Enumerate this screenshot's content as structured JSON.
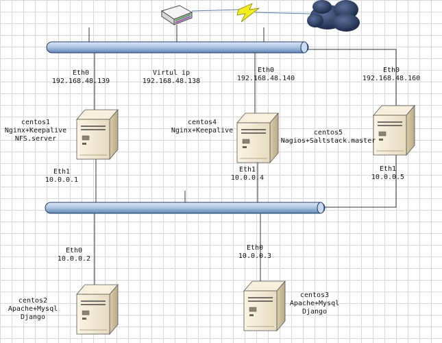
{
  "interfaces": {
    "centos1_eth0": {
      "name": "Eth0",
      "ip": "192.168.48.139"
    },
    "virtual_ip": {
      "name": "Virtul ip",
      "ip": "192.168.48.138"
    },
    "centos4_eth0": {
      "name": "Eth0",
      "ip": "192.168.48.140"
    },
    "centos5_eth0": {
      "name": "Eth0",
      "ip": "192.168.48.160"
    },
    "centos1_eth1": {
      "name": "Eth1",
      "ip": "10.0.0.1"
    },
    "centos4_eth1": {
      "name": "Eth1",
      "ip": "10.0.0.4"
    },
    "centos5_eth1": {
      "name": "Eth1",
      "ip": "10.0.0.5"
    },
    "centos2_eth0": {
      "name": "Eth0",
      "ip": "10.0.0.2"
    },
    "centos3_eth0": {
      "name": "Eth0",
      "ip": "10.0.0.3"
    }
  },
  "hosts": {
    "centos1": {
      "name": "centos1",
      "roles": [
        "Nginx+Keepalive",
        "NFS.server"
      ]
    },
    "centos4": {
      "name": "centos4",
      "roles": [
        "Nginx+Keepalive"
      ]
    },
    "centos5": {
      "name": "centos5",
      "roles": [
        "Nagios+Saltstack.master"
      ]
    },
    "centos2": {
      "name": "centos2",
      "roles": [
        "Apache+Mysql",
        "Django"
      ]
    },
    "centos3": {
      "name": "centos3",
      "roles": [
        "Apache+Mysql",
        "Django"
      ]
    }
  },
  "colors": {
    "bus_fill": "#a9c3e0",
    "bus_stroke": "#1f3d6b",
    "lightning": "#f2ee1e",
    "cloud": "#1b2d52",
    "server_body": "#f3ead2"
  },
  "icons": [
    "router-icon",
    "lightning-icon",
    "cloud-icon",
    "server-icon"
  ]
}
